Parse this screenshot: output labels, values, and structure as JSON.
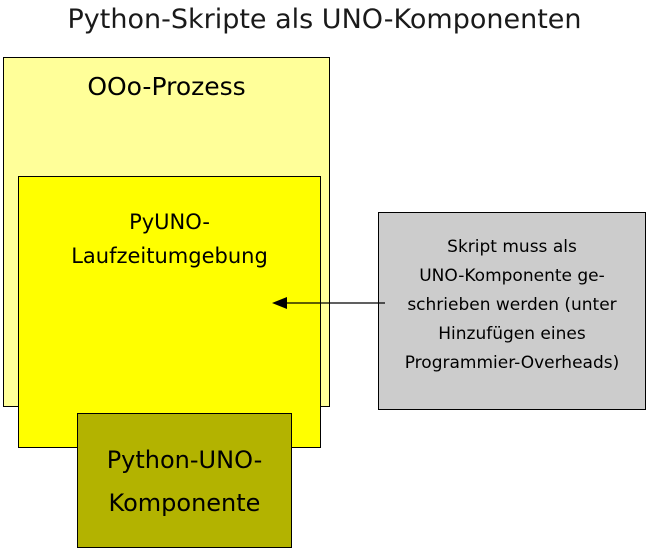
{
  "title": "Python-Skripte als UNO-Komponenten",
  "colors": {
    "background": "#ffffff",
    "outer_process_fill": "#ffff99",
    "runtime_fill": "#ffff00",
    "component_fill": "#b3b300",
    "note_fill": "#cccccc",
    "stroke": "#000000",
    "text": "#000000"
  },
  "boxes": {
    "process": {
      "label": "OOo-Prozess",
      "lines": [
        "OOo-Prozess"
      ]
    },
    "runtime": {
      "label": "PyUNO-Laufzeitumgebung",
      "lines": [
        "PyUNO-",
        "Laufzeitumgebung"
      ]
    },
    "component": {
      "label": "Python-UNO-Komponente",
      "lines": [
        "Python-UNO-",
        "Komponente"
      ]
    },
    "note": {
      "label": "Skript muss als UNO-Komponente geschrieben werden (unter Hinzufügen eines Programmier-Overheads)",
      "lines": [
        "Skript muss als",
        "UNO-Komponente ge-",
        "schrieben werden (unter",
        "Hinzufügen eines",
        "Programmier-Overheads)"
      ]
    }
  },
  "connector": {
    "name": "note-to-component-arrow",
    "from": "note",
    "to": "component",
    "direction": "left"
  }
}
